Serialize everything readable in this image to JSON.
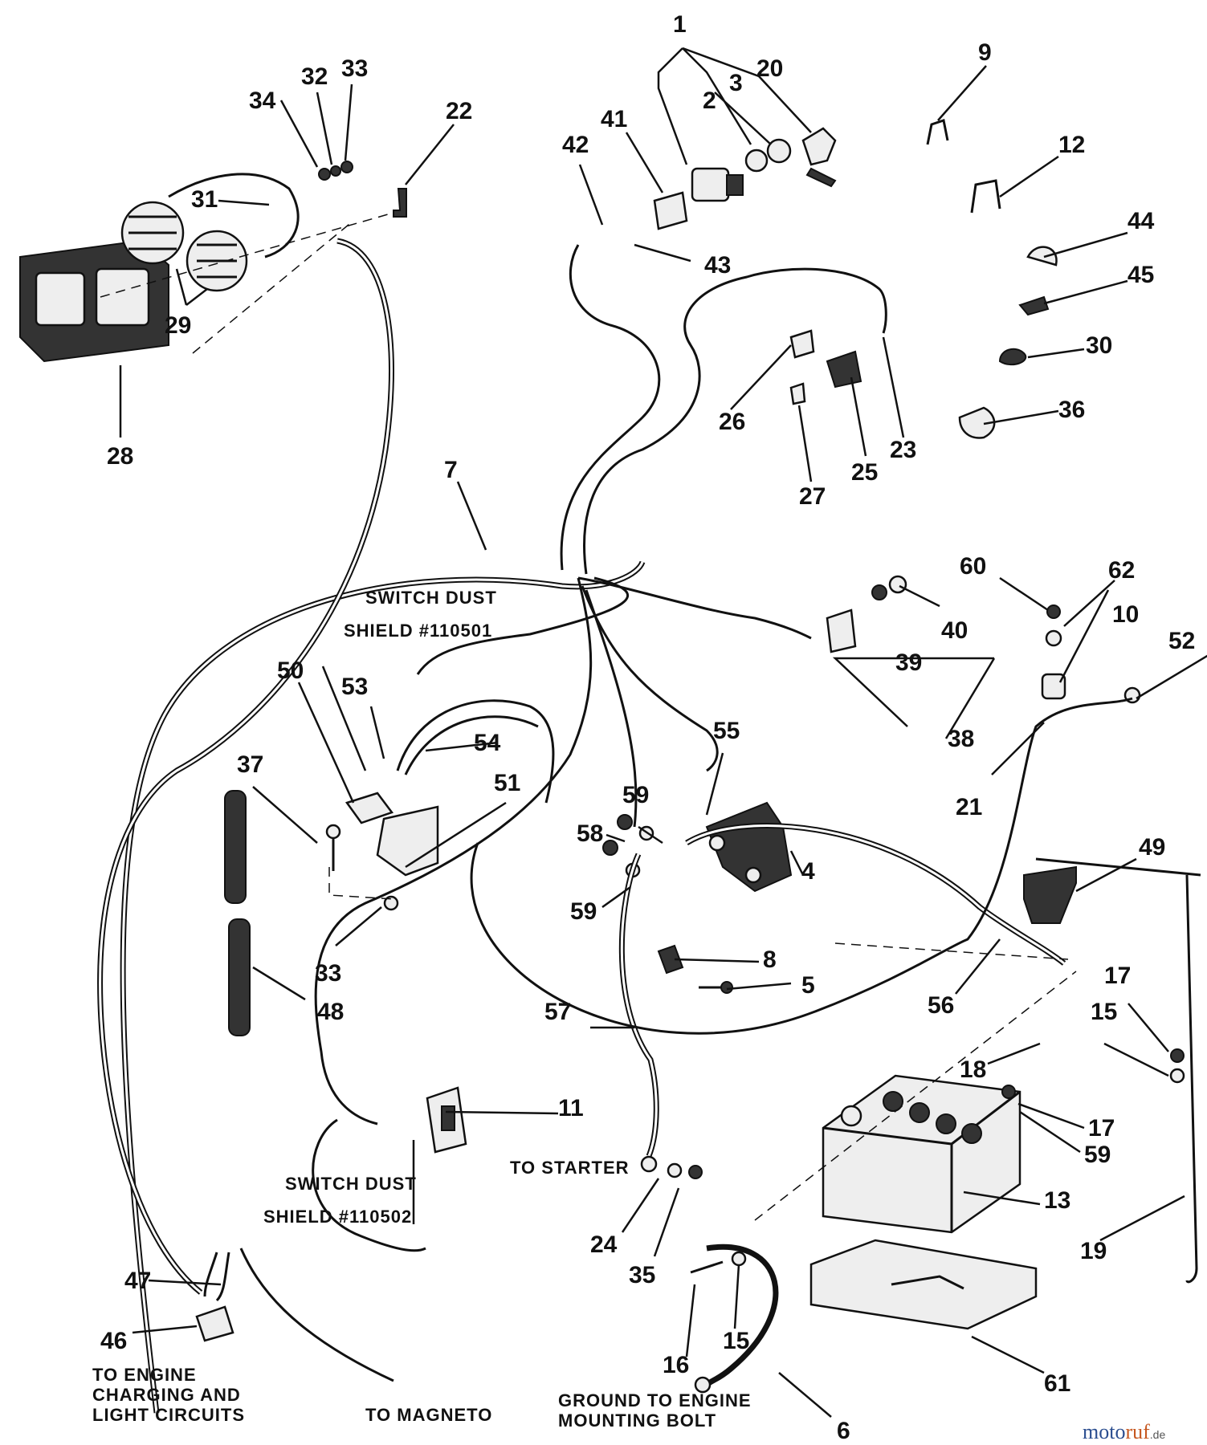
{
  "callouts": [
    {
      "id": "1",
      "text": "1"
    },
    {
      "id": "2",
      "text": "2"
    },
    {
      "id": "3",
      "text": "3"
    },
    {
      "id": "20",
      "text": "20"
    },
    {
      "id": "9",
      "text": "9"
    },
    {
      "id": "12",
      "text": "12"
    },
    {
      "id": "44",
      "text": "44"
    },
    {
      "id": "45",
      "text": "45"
    },
    {
      "id": "30",
      "text": "30"
    },
    {
      "id": "36",
      "text": "36"
    },
    {
      "id": "34",
      "text": "34"
    },
    {
      "id": "32",
      "text": "32"
    },
    {
      "id": "33",
      "text": "33"
    },
    {
      "id": "22",
      "text": "22"
    },
    {
      "id": "31",
      "text": "31"
    },
    {
      "id": "29",
      "text": "29"
    },
    {
      "id": "28",
      "text": "28"
    },
    {
      "id": "42",
      "text": "42"
    },
    {
      "id": "41",
      "text": "41"
    },
    {
      "id": "43",
      "text": "43"
    },
    {
      "id": "26",
      "text": "26"
    },
    {
      "id": "27",
      "text": "27"
    },
    {
      "id": "25",
      "text": "25"
    },
    {
      "id": "23",
      "text": "23"
    },
    {
      "id": "7",
      "text": "7"
    },
    {
      "id": "60",
      "text": "60"
    },
    {
      "id": "62",
      "text": "62"
    },
    {
      "id": "40",
      "text": "40"
    },
    {
      "id": "39",
      "text": "39"
    },
    {
      "id": "38",
      "text": "38"
    },
    {
      "id": "10",
      "text": "10"
    },
    {
      "id": "52",
      "text": "52"
    },
    {
      "id": "21",
      "text": "21"
    },
    {
      "id": "53",
      "text": "53"
    },
    {
      "id": "50",
      "text": "50"
    },
    {
      "id": "54",
      "text": "54"
    },
    {
      "id": "37",
      "text": "37"
    },
    {
      "id": "51",
      "text": "51"
    },
    {
      "id": "55",
      "text": "55"
    },
    {
      "id": "59a",
      "text": "59"
    },
    {
      "id": "58",
      "text": "58"
    },
    {
      "id": "59b",
      "text": "59"
    },
    {
      "id": "4",
      "text": "4"
    },
    {
      "id": "49",
      "text": "49"
    },
    {
      "id": "33b",
      "text": "33"
    },
    {
      "id": "48",
      "text": "48"
    },
    {
      "id": "8",
      "text": "8"
    },
    {
      "id": "5",
      "text": "5"
    },
    {
      "id": "56",
      "text": "56"
    },
    {
      "id": "57",
      "text": "57"
    },
    {
      "id": "17a",
      "text": "17"
    },
    {
      "id": "15a",
      "text": "15"
    },
    {
      "id": "18",
      "text": "18"
    },
    {
      "id": "17b",
      "text": "17"
    },
    {
      "id": "59c",
      "text": "59"
    },
    {
      "id": "11",
      "text": "11"
    },
    {
      "id": "13",
      "text": "13"
    },
    {
      "id": "24",
      "text": "24"
    },
    {
      "id": "35",
      "text": "35"
    },
    {
      "id": "19",
      "text": "19"
    },
    {
      "id": "47",
      "text": "47"
    },
    {
      "id": "46",
      "text": "46"
    },
    {
      "id": "16",
      "text": "16"
    },
    {
      "id": "15b",
      "text": "15"
    },
    {
      "id": "61",
      "text": "61"
    },
    {
      "id": "6",
      "text": "6"
    }
  ],
  "captions": {
    "switch_dust_shield_1_line1": "SWITCH DUST",
    "switch_dust_shield_1_line2": "SHIELD #110501",
    "switch_dust_shield_2_line1": "SWITCH DUST",
    "switch_dust_shield_2_line2": "SHIELD #110502",
    "to_starter": "TO STARTER",
    "to_engine_line1": "TO ENGINE",
    "to_engine_line2": "CHARGING AND",
    "to_engine_line3": "LIGHT CIRCUITS",
    "to_magneto": "TO MAGNETO",
    "ground_line1": "GROUND TO ENGINE",
    "ground_line2": "MOUNTING BOLT"
  },
  "watermark": {
    "part1": "moto",
    "part2": "ruf",
    "tld": ".de"
  }
}
